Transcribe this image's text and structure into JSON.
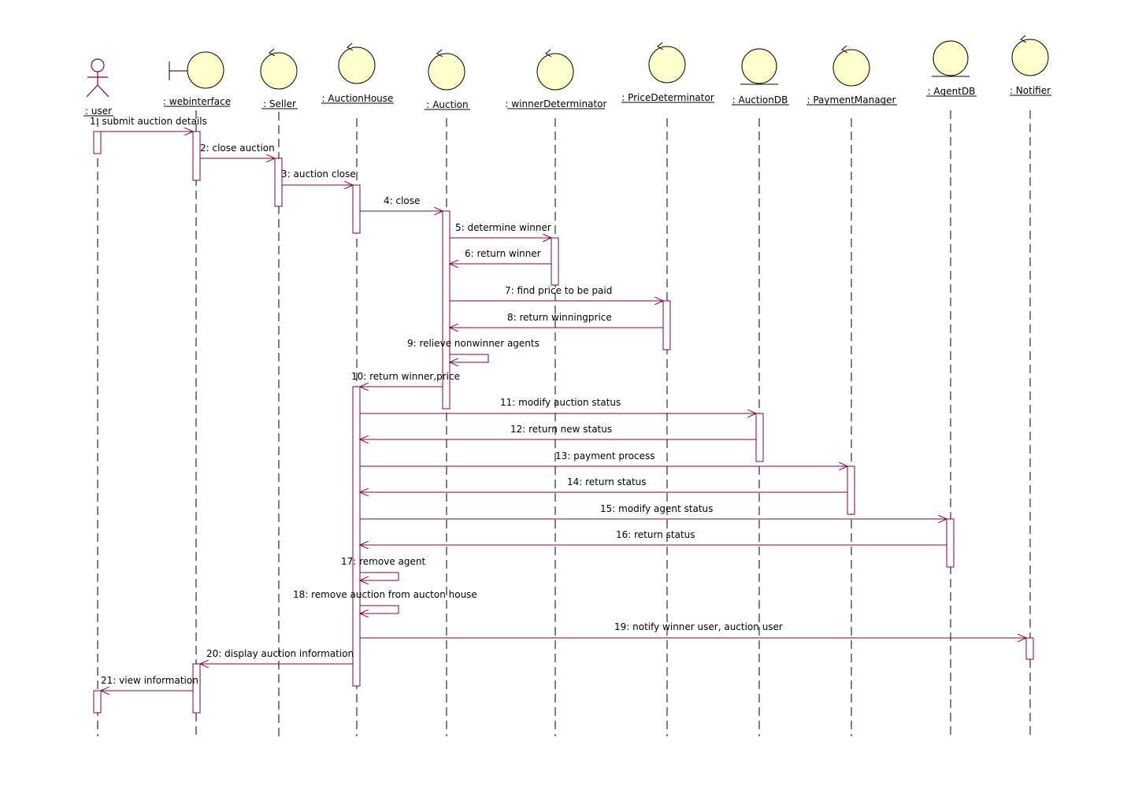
{
  "lifelines": [
    {
      "id": "user",
      "label": ": user",
      "kind": "actor"
    },
    {
      "id": "webinterface",
      "label": ": webinterface",
      "kind": "boundary"
    },
    {
      "id": "seller",
      "label": ": Seller",
      "kind": "control"
    },
    {
      "id": "auctionhouse",
      "label": ": AuctionHouse",
      "kind": "control"
    },
    {
      "id": "auction",
      "label": ": Auction",
      "kind": "control"
    },
    {
      "id": "winnerdeterminator",
      "label": ": winnerDeterminator",
      "kind": "control"
    },
    {
      "id": "pricedeterminator",
      "label": ": PriceDeterminator",
      "kind": "control"
    },
    {
      "id": "auctiondb",
      "label": ": AuctionDB",
      "kind": "entity"
    },
    {
      "id": "paymentmanager",
      "label": ": PaymentManager",
      "kind": "control"
    },
    {
      "id": "agentdb",
      "label": ": AgentDB",
      "kind": "entity"
    },
    {
      "id": "notifier",
      "label": ": Notifier",
      "kind": "control"
    }
  ],
  "messages": [
    {
      "n": "1",
      "text": "1: submit auction details",
      "from": "user",
      "to": "webinterface"
    },
    {
      "n": "2",
      "text": "2: close auction",
      "from": "webinterface",
      "to": "seller"
    },
    {
      "n": "3",
      "text": "3: auction close",
      "from": "seller",
      "to": "auctionhouse"
    },
    {
      "n": "4",
      "text": "4: close",
      "from": "auctionhouse",
      "to": "auction"
    },
    {
      "n": "5",
      "text": "5: determine winner",
      "from": "auction",
      "to": "winnerdeterminator"
    },
    {
      "n": "6",
      "text": "6: return winner",
      "from": "winnerdeterminator",
      "to": "auction"
    },
    {
      "n": "7",
      "text": "7: find price to be paid",
      "from": "auction",
      "to": "pricedeterminator"
    },
    {
      "n": "8",
      "text": "8: return winningprice",
      "from": "pricedeterminator",
      "to": "auction"
    },
    {
      "n": "9",
      "text": "9: relieve nonwinner agents",
      "from": "auction",
      "to": "auction"
    },
    {
      "n": "10",
      "text": "10: return winner,price",
      "from": "auction",
      "to": "auctionhouse"
    },
    {
      "n": "11",
      "text": "11: modify auction status",
      "from": "auctionhouse",
      "to": "auctiondb"
    },
    {
      "n": "12",
      "text": "12: return new status",
      "from": "auctiondb",
      "to": "auctionhouse"
    },
    {
      "n": "13",
      "text": "13: payment process",
      "from": "auctionhouse",
      "to": "paymentmanager"
    },
    {
      "n": "14",
      "text": "14: return status",
      "from": "paymentmanager",
      "to": "auctionhouse"
    },
    {
      "n": "15",
      "text": "15: modify agent status",
      "from": "auctionhouse",
      "to": "agentdb"
    },
    {
      "n": "16",
      "text": "16: return status",
      "from": "agentdb",
      "to": "auctionhouse"
    },
    {
      "n": "17",
      "text": "17: remove agent",
      "from": "auctionhouse",
      "to": "auctionhouse"
    },
    {
      "n": "18",
      "text": "18: remove auction from aucton house",
      "from": "auctionhouse",
      "to": "auctionhouse"
    },
    {
      "n": "19",
      "text": "19: notify winner user, auction user",
      "from": "auctionhouse",
      "to": "notifier"
    },
    {
      "n": "20",
      "text": "20: display auction information",
      "from": "auctionhouse",
      "to": "webinterface"
    },
    {
      "n": "21",
      "text": "21: view information",
      "from": "webinterface",
      "to": "user"
    }
  ],
  "colors": {
    "message": "#800040",
    "activation_border": "#800040",
    "object_fill": "#ffffcc",
    "lifeline": "#000000"
  }
}
